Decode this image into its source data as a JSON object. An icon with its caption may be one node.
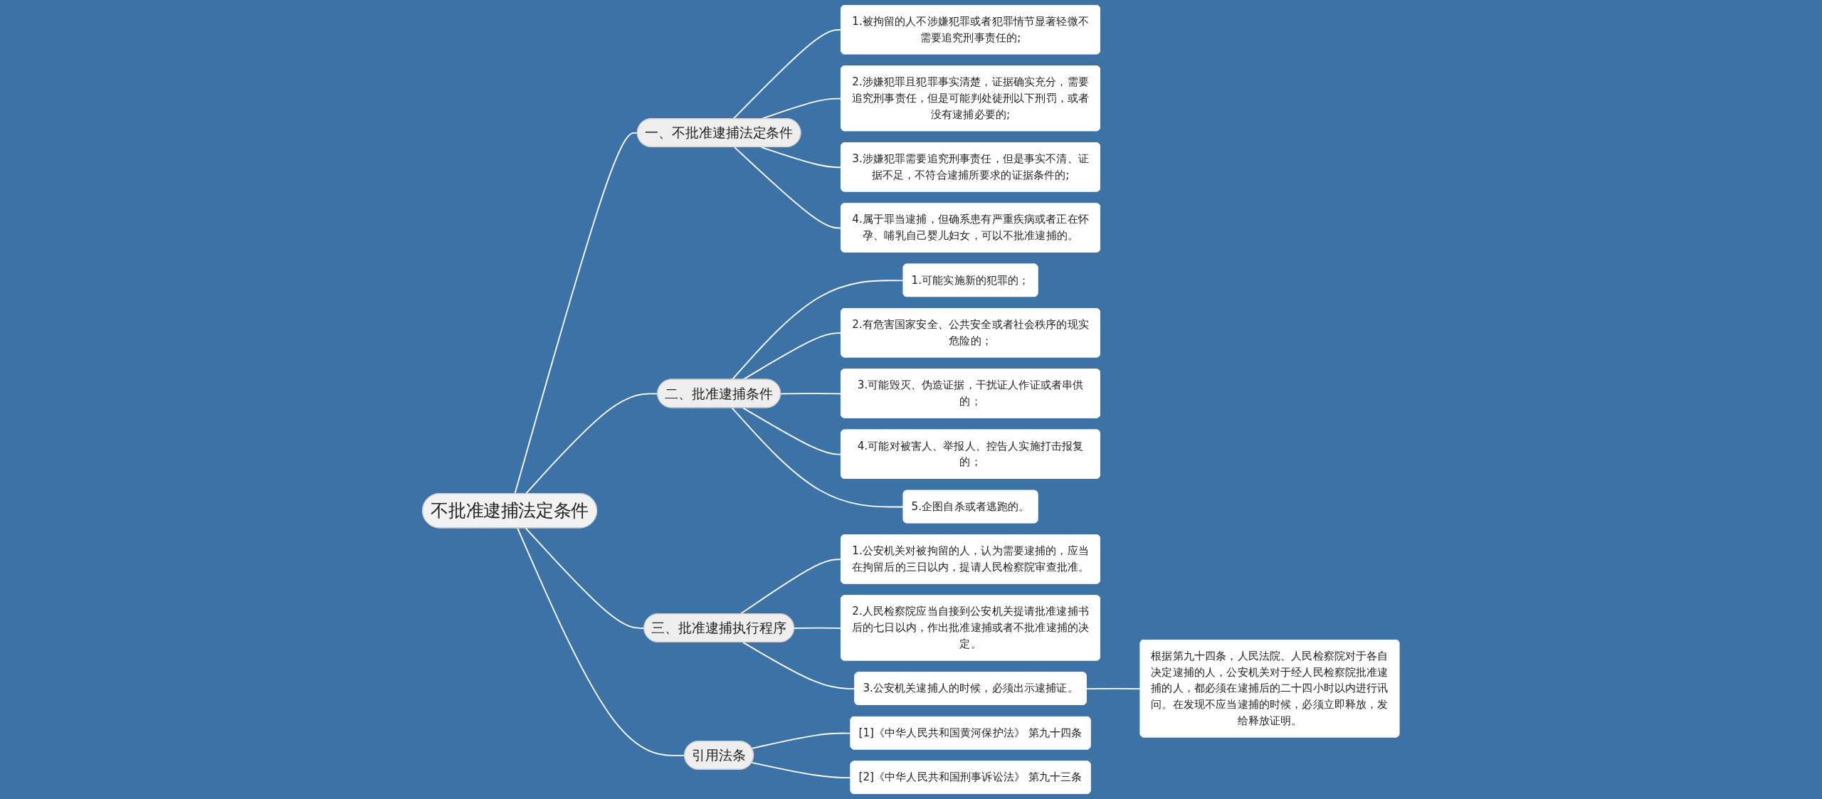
{
  "diagram": {
    "nodes": [
      {
        "text": [
          "不批准逮捕法定条件"
        ]
      },
      {
        "text": [
          "一、不批准逮捕法定条件"
        ]
      },
      {
        "text": [
          "1.被拘留的人不涉嫌犯罪或者犯罪情节显著轻微不需要追究刑事责任的;"
        ]
      },
      {
        "text": [
          "2.涉嫌犯罪且犯罪事实清楚，证据确实充分，需要追究刑事责任，但是可能判处徒刑以下刑罚，或者没有逮捕必要的;"
        ]
      },
      {
        "text": [
          "3.涉嫌犯罪需要追究刑事责任，但是事实不清、证据不足，不符合逮捕所要求的证据条件的;"
        ]
      },
      {
        "text": [
          "4.属于罪当逮捕，但确系患有严重疾病或者正在怀孕、哺乳自己婴儿妇女，可以不批准逮捕的。"
        ]
      },
      {
        "text": [
          "二、批准逮捕条件"
        ]
      },
      {
        "text": [
          "1.可能实施新的犯罪的；"
        ]
      },
      {
        "text": [
          "2.有危害国家安全、公共安全或者社会秩序的现实危险的；"
        ]
      },
      {
        "text": [
          "3.可能毁灭、伪造证据，干扰证人作证或者串供的；"
        ]
      },
      {
        "text": [
          "4.可能对被害人、举报人、控告人实施打击报复的；"
        ]
      },
      {
        "text": [
          "5.企图自杀或者逃跑的。"
        ]
      },
      {
        "text": [
          "三、批准逮捕执行程序"
        ]
      },
      {
        "text": [
          "1.公安机关对被拘留的人，认为需要逮捕的，应当在拘留后的三日以内，提请人民检察院审查批准。"
        ]
      },
      {
        "text": [
          "2.人民检察院应当自接到公安机关提请批准逮捕书后的七日以内，作出批准逮捕或者不批准逮捕的决定。"
        ]
      },
      {
        "text": [
          "3.公安机关逮捕人的时候，必须出示逮捕证。"
        ]
      },
      {
        "text": [
          "根据第九十四条，人民法院、人民检察院对于各自决定逮捕的人，公安机关对于经人民检察院批准逮捕的人，都必须在逮捕后的二十四小时以内进行讯问。在发现不应当逮捕的时候，必须立即释放，发给释放证明。"
        ]
      },
      {
        "text": [
          "引用法条"
        ]
      },
      {
        "text": [
          "[1]《中华人民共和国黄河保护法》 第九十四条"
        ]
      },
      {
        "text": [
          "[2]《中华人民共和国刑事诉讼法》 第九十三条"
        ]
      }
    ],
    "edges": [
      {
        "from": 0,
        "to": 1,
        "arrow": "none"
      },
      {
        "from": 1,
        "to": 2,
        "arrow": "none"
      },
      {
        "from": 1,
        "to": 3,
        "arrow": "none"
      },
      {
        "from": 1,
        "to": 4,
        "arrow": "none"
      },
      {
        "from": 1,
        "to": 5,
        "arrow": "none"
      },
      {
        "from": 0,
        "to": 6,
        "arrow": "none"
      },
      {
        "from": 6,
        "to": 7,
        "arrow": "none"
      },
      {
        "from": 6,
        "to": 8,
        "arrow": "none"
      },
      {
        "from": 6,
        "to": 9,
        "arrow": "none"
      },
      {
        "from": 6,
        "to": 10,
        "arrow": "none"
      },
      {
        "from": 6,
        "to": 11,
        "arrow": "none"
      },
      {
        "from": 0,
        "to": 12,
        "arrow": "none"
      },
      {
        "from": 12,
        "to": 13,
        "arrow": "none"
      },
      {
        "from": 12,
        "to": 14,
        "arrow": "none"
      },
      {
        "from": 12,
        "to": 15,
        "arrow": "none"
      },
      {
        "from": 15,
        "to": 16,
        "arrow": "none"
      },
      {
        "from": 0,
        "to": 17,
        "arrow": "none"
      },
      {
        "from": 17,
        "to": 18,
        "arrow": "none"
      },
      {
        "from": 17,
        "to": 19,
        "arrow": "none"
      }
    ]
  }
}
